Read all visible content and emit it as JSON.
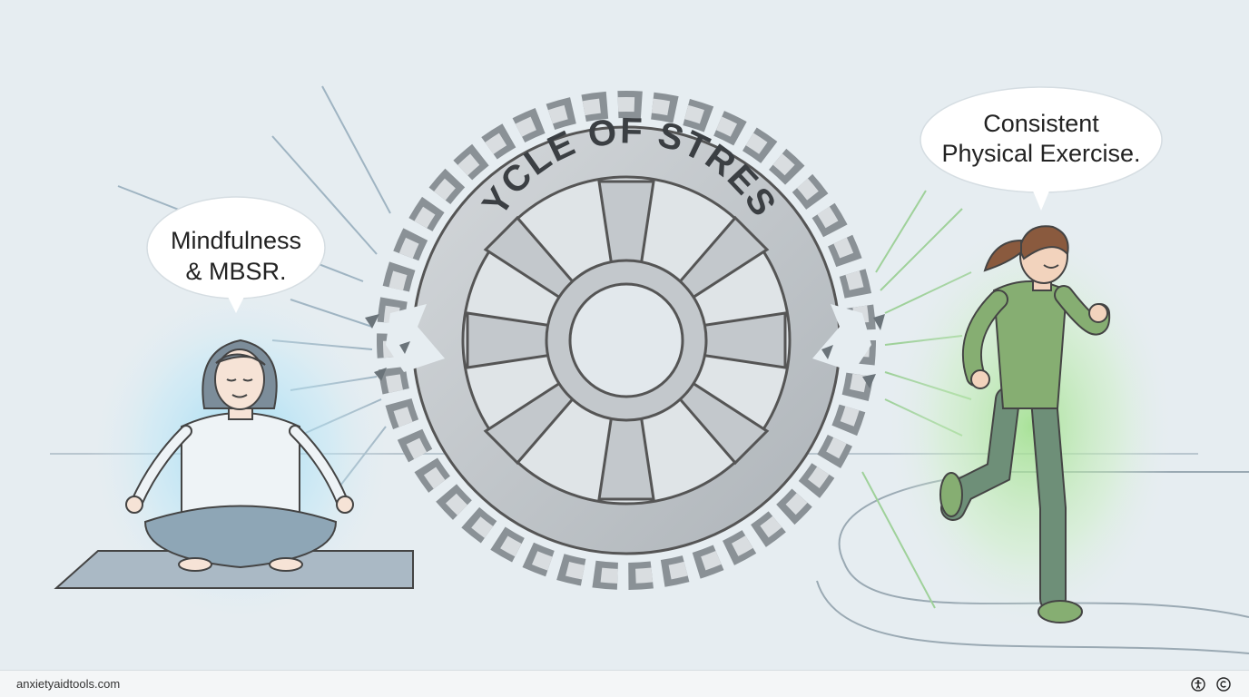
{
  "gear": {
    "title": "CYCLE OF STRESS"
  },
  "left_bubble": {
    "line1": "Mindfulness",
    "line2": "& MBSR."
  },
  "right_bubble": {
    "line1": "Consistent",
    "line2": "Physical Exercise."
  },
  "footer": {
    "site": "anxietyaidtools.com",
    "icons": [
      "accessibility-icon",
      "copyright-icon"
    ]
  },
  "colors": {
    "background": "#e6edf1",
    "gear_metal": "#c3c8cc",
    "mindfulness_glow": "#8fd6f2",
    "exercise_glow": "#9fe08a",
    "runner_shirt": "#86ae72",
    "runner_pants": "#6e8f78"
  }
}
